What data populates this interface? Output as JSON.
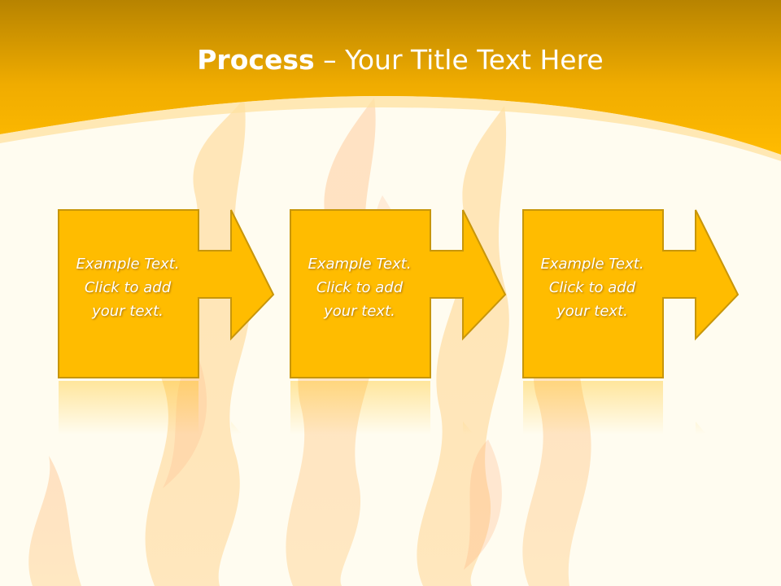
{
  "title": {
    "strong": "Process",
    "rest": " – Your Title Text Here"
  },
  "colors": {
    "band_top": "#b88400",
    "band_bottom": "#fdb800",
    "box_fill": "#ffbc00",
    "box_border": "#c8960a",
    "background": "#fffcf0"
  },
  "process": {
    "steps": [
      {
        "text": "Example Text.\nClick  to add\nyour text."
      },
      {
        "text": "Example Text.\nClick  to add\nyour text."
      },
      {
        "text": "Example Text.\nClick  to add\nyour text."
      }
    ]
  }
}
